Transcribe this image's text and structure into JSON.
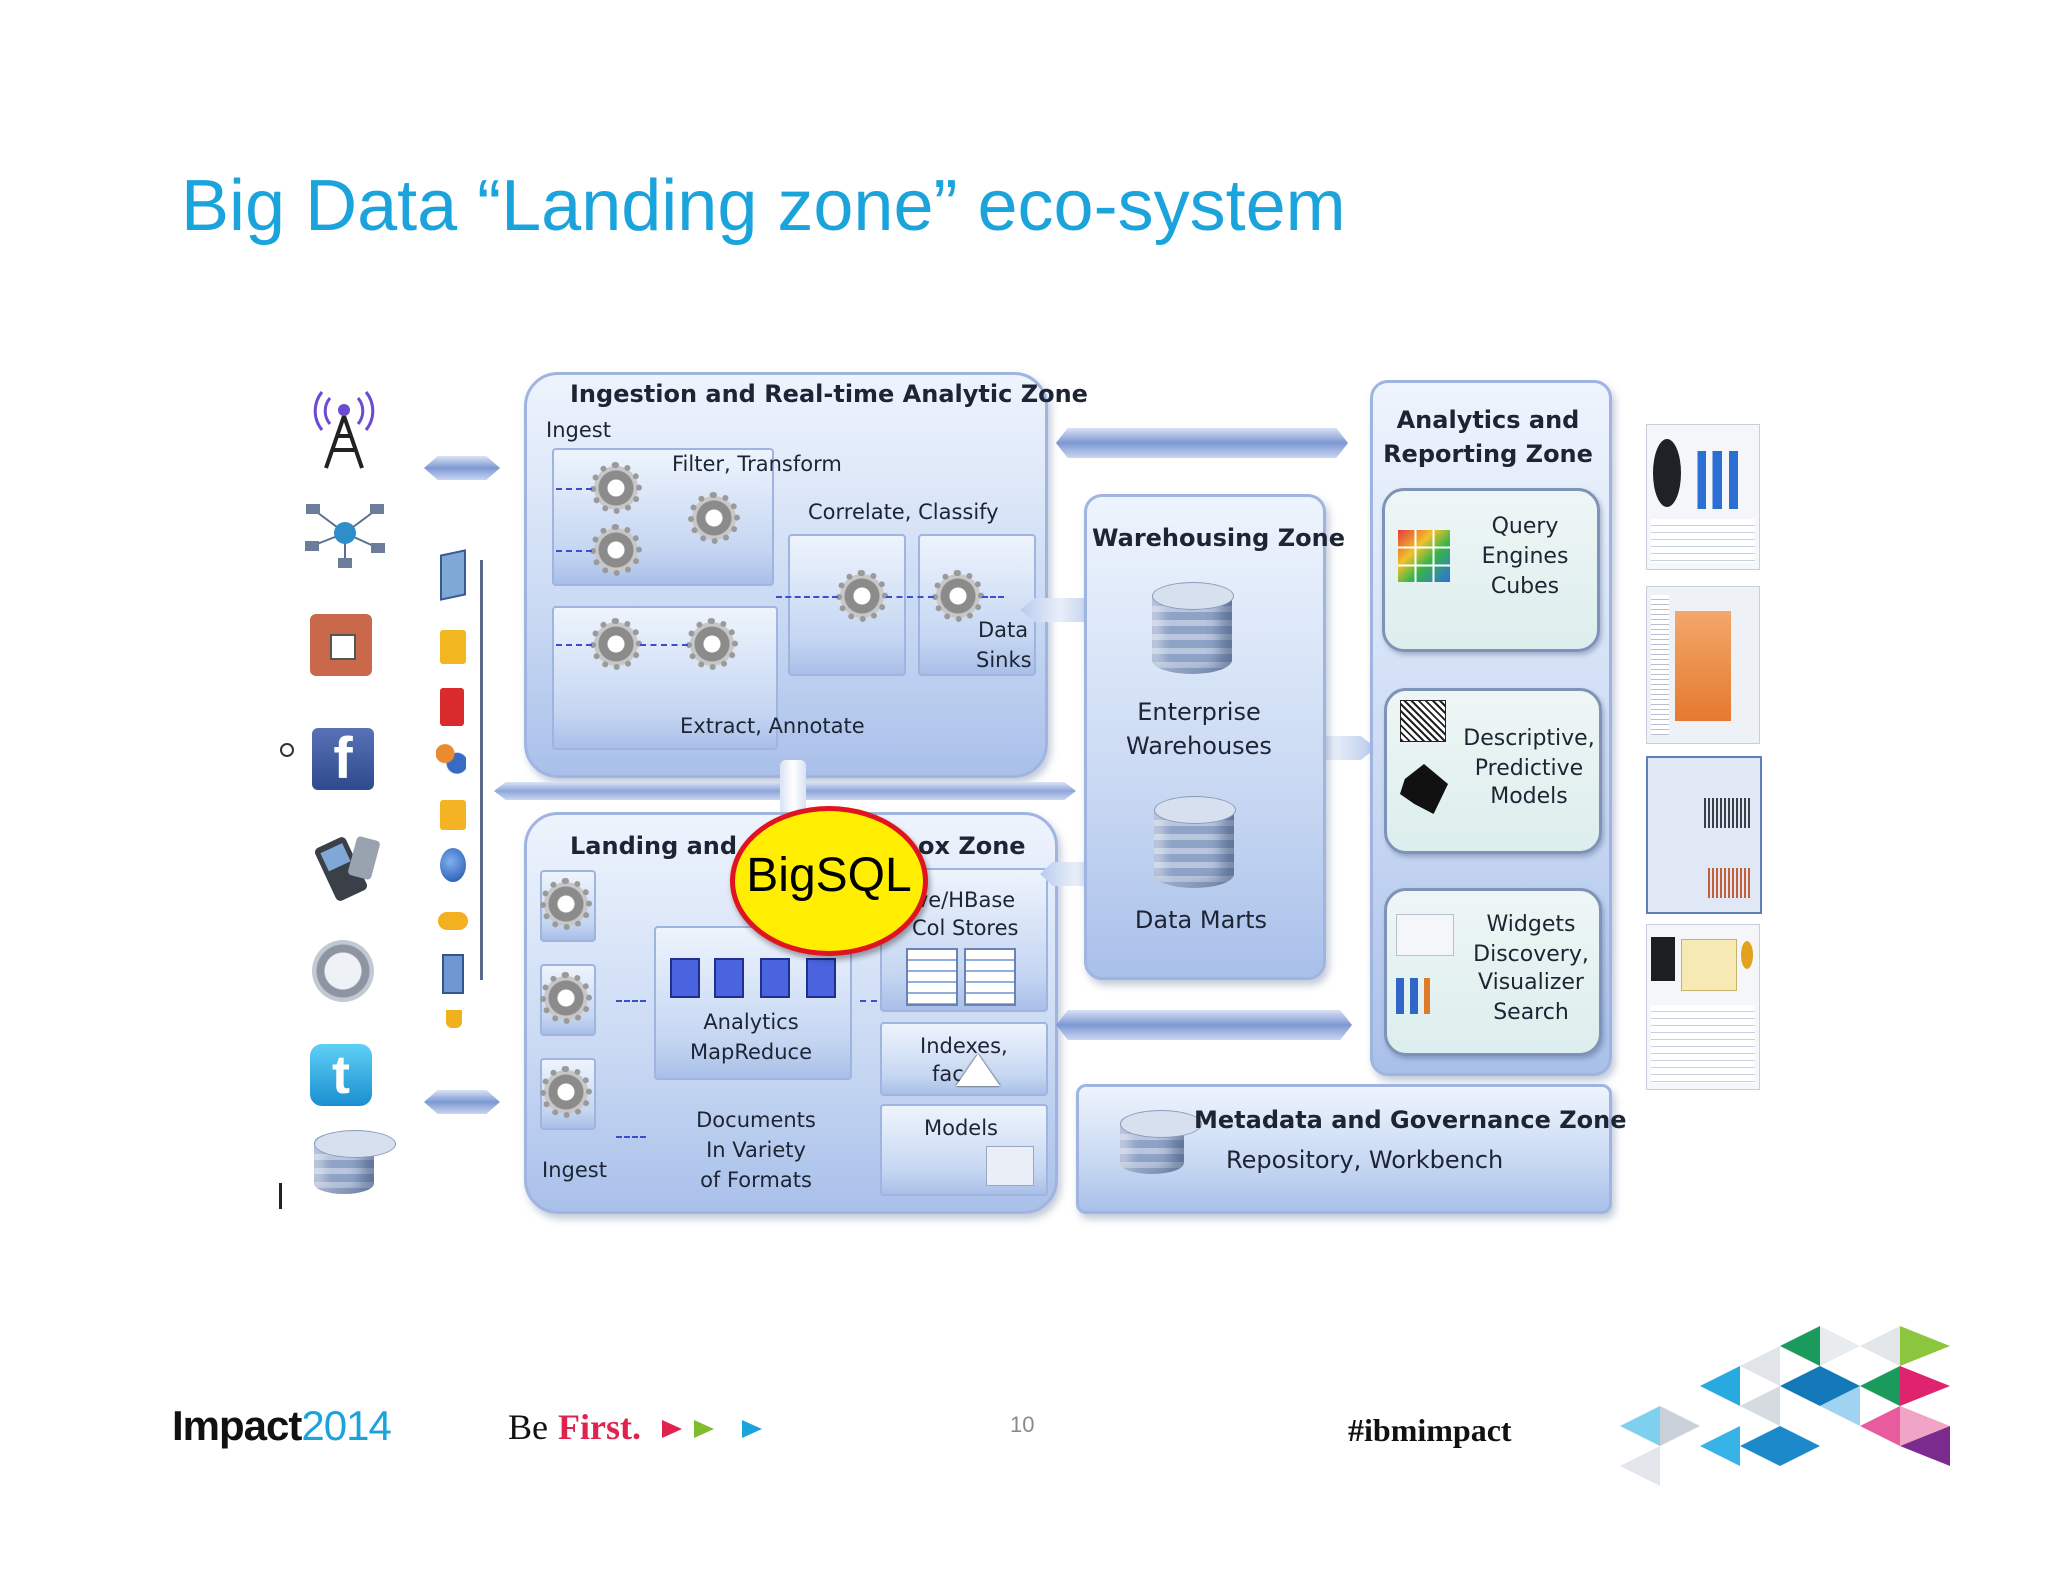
{
  "title": "Big Data “Landing zone” eco-system",
  "zones": {
    "ingestion": {
      "title": "Ingestion and Real-time Analytic Zone",
      "ingest": "Ingest",
      "filter": "Filter, Transform",
      "correlate": "Correlate, Classify",
      "data": "Data",
      "sinks": "Sinks",
      "extract": "Extract, Annotate"
    },
    "landing": {
      "title_left": "Landing and A",
      "title_right": "ox Zone",
      "hive_line1": "ive/HBase",
      "hive_line2": "Col Stores",
      "analytics_line1": "Analytics",
      "analytics_line2": "MapReduce",
      "indexes_line1": "Indexes,",
      "indexes_line2": "fac",
      "models": "Models",
      "docs_line1": "Documents",
      "docs_line2": "In Variety",
      "docs_line3": "of Formats",
      "ingest": "Ingest"
    },
    "bigsql": "BigSQL",
    "warehousing": {
      "title": "Warehousing Zone",
      "ew_line1": "Enterprise",
      "ew_line2": "Warehouses",
      "marts": "Data Marts"
    },
    "analytics": {
      "title_line1": "Analytics and",
      "title_line2": "Reporting Zone",
      "query": [
        "Query",
        "Engines",
        "Cubes"
      ],
      "descriptive": [
        "Descriptive,",
        "Predictive",
        "Models"
      ],
      "widgets": [
        "Widgets",
        "Discovery,",
        "Visualizer",
        "Search"
      ]
    },
    "metadata": {
      "title": "Metadata and Governance  Zone",
      "subtitle": "Repository, Workbench"
    }
  },
  "footer": {
    "brand_main": "Impact",
    "brand_year": "2014",
    "be": "Be",
    "first": "First.",
    "page": "10",
    "hashtag": "#ibmimpact"
  },
  "colors": {
    "title_blue": "#1ba3dc",
    "first_red": "#e0234e",
    "bigsql_yellow": "#ffee00",
    "bigsql_ring": "#e0141e"
  }
}
